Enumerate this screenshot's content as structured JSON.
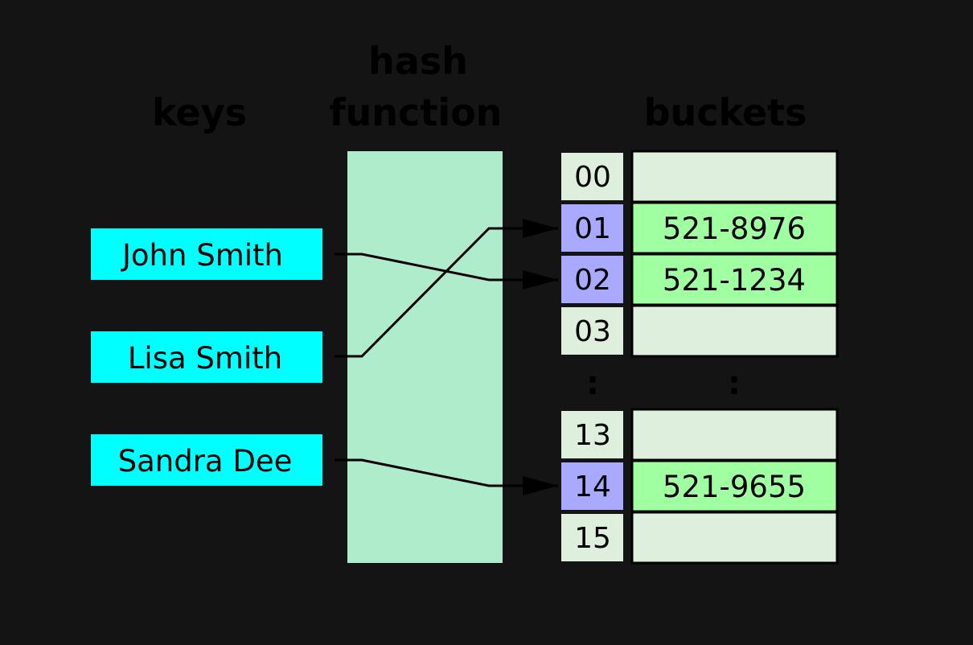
{
  "headings": {
    "keys": "keys",
    "hash_line1": "hash",
    "hash_line2": "function",
    "buckets": "buckets"
  },
  "keys": [
    {
      "label": "John Smith",
      "bucket": "02"
    },
    {
      "label": "Lisa Smith",
      "bucket": "01"
    },
    {
      "label": "Sandra Dee",
      "bucket": "14"
    }
  ],
  "buckets": [
    {
      "index": "00",
      "value": "",
      "occupied": false
    },
    {
      "index": "01",
      "value": "521-8976",
      "occupied": true
    },
    {
      "index": "02",
      "value": "521-1234",
      "occupied": true
    },
    {
      "index": "03",
      "value": "",
      "occupied": false
    },
    {
      "index": "13",
      "value": "",
      "occupied": false
    },
    {
      "index": "14",
      "value": "521-9655",
      "occupied": true
    },
    {
      "index": "15",
      "value": "",
      "occupied": false
    }
  ],
  "ellipsis": {
    "index_column": ":",
    "value_column": ":"
  },
  "colors": {
    "background": "#141414",
    "key_box": "#00ffff",
    "hash_function": "#aeeccc",
    "index_empty": "#deefde",
    "index_used": "#a9a9ff",
    "value_empty": "#deefde",
    "value_used": "#a0ffa0"
  }
}
